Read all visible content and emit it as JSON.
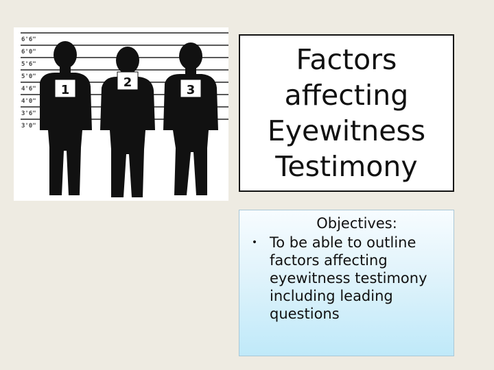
{
  "slide": {
    "title_lines": [
      "Factors",
      "affecting",
      "Eyewitness",
      "Testimony"
    ],
    "objectives_heading": "Objectives:",
    "bullet_glyph": "•",
    "objective_text": "To be able to outline factors affecting eyewitness testimony including leading questions"
  },
  "lineup_image": {
    "height_marks": [
      "6'6\"",
      "6'0\"",
      "5'6\"",
      "5'0\"",
      "4'6\"",
      "4'0\"",
      "3'6\"",
      "3'0\""
    ],
    "placards": [
      "1",
      "2",
      "3"
    ]
  }
}
